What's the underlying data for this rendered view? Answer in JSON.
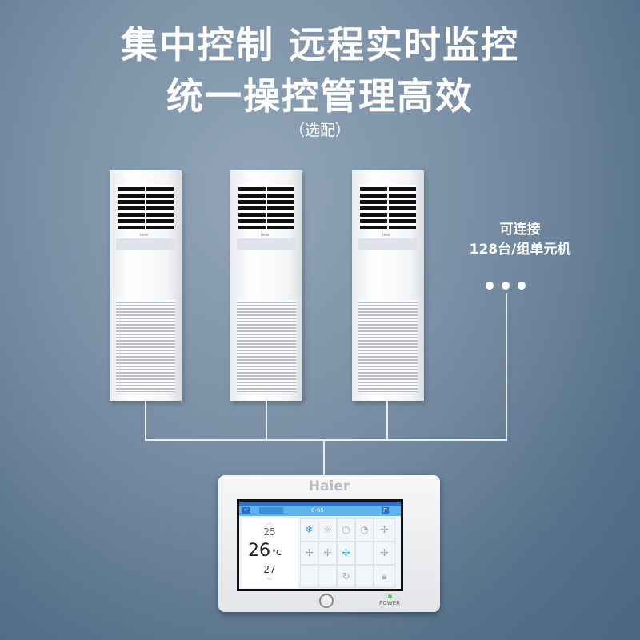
{
  "headline": {
    "line1": "集中控制 远程实时监控",
    "line2": "统一操控管理高效",
    "optional": "（选配）"
  },
  "note": {
    "line1": "可连接",
    "line2": "128台/组单元机"
  },
  "controller": {
    "brand": "Haier",
    "power_label": "POWER",
    "power_led_color": "#3ddc3d",
    "screen": {
      "zone": "0-65",
      "on_label": "开",
      "temp_up": "25",
      "temp_current": "26",
      "temp_unit": "°C",
      "temp_down": "27"
    },
    "icons": [
      "snowflake-icon",
      "sun-icon",
      "droplet-icon",
      "face-icon",
      "fan-icon",
      "fan-icon",
      "fan-icon",
      "fan-icon",
      "fan-icon",
      "refresh-icon",
      "lock-icon"
    ]
  },
  "colors": {
    "accent": "#5fb3ea",
    "active_icon": "#3aa0e0"
  }
}
